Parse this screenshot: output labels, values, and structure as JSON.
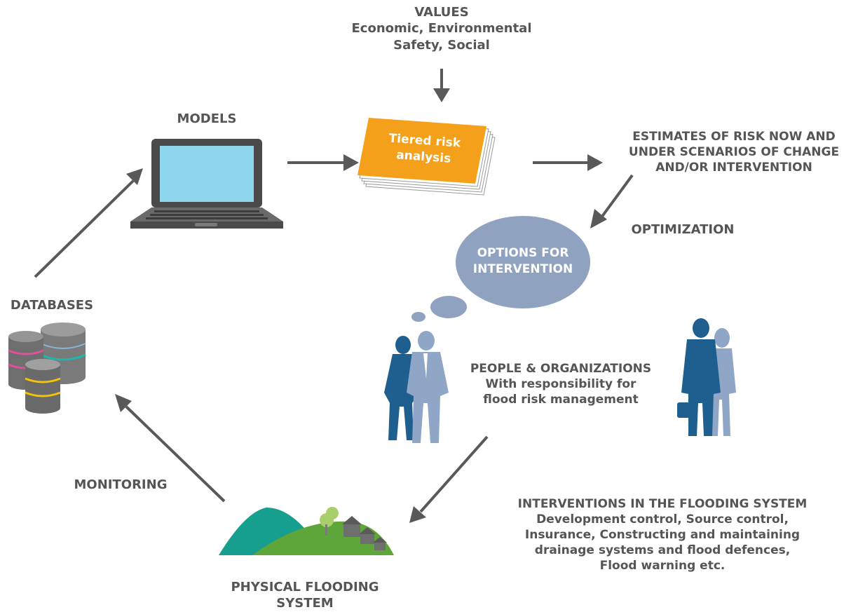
{
  "values": {
    "title": "VALUES",
    "line1": "Economic, Environmental",
    "line2": "Safety, Social"
  },
  "models": {
    "label": "MODELS"
  },
  "risk_analysis": {
    "line1": "Tiered risk",
    "line2": "analysis"
  },
  "estimates": {
    "line1": "ESTIMATES OF RISK NOW AND",
    "line2": "UNDER SCENARIOS OF CHANGE",
    "line3": "AND/OR INTERVENTION"
  },
  "optimization": {
    "label": "OPTIMIZATION"
  },
  "options": {
    "line1": "OPTIONS FOR",
    "line2": "INTERVENTION"
  },
  "databases": {
    "label": "DATABASES"
  },
  "people": {
    "title": "PEOPLE & ORGANIZATIONS",
    "line1": "With responsibility for",
    "line2": "flood risk management"
  },
  "monitoring": {
    "label": "MONITORING"
  },
  "interventions": {
    "title": "INTERVENTIONS IN THE FLOODING SYSTEM",
    "line1": "Development control, Source control,",
    "line2": "Insurance, Constructing and maintaining",
    "line3": "drainage systems and flood defences,",
    "line4": "Flood warning etc."
  },
  "physical": {
    "label": "PHYSICAL FLOODING SYSTEM"
  },
  "colors": {
    "text": "#555555",
    "arrow": "#595959",
    "box": "#f5a01a",
    "bubble": "#8fa3c1",
    "screen": "#8fd6ef",
    "people_dark": "#1f5f8f",
    "people_light": "#8fa6c6",
    "hill_dark": "#169e8e",
    "hill_green": "#5ea53a"
  }
}
